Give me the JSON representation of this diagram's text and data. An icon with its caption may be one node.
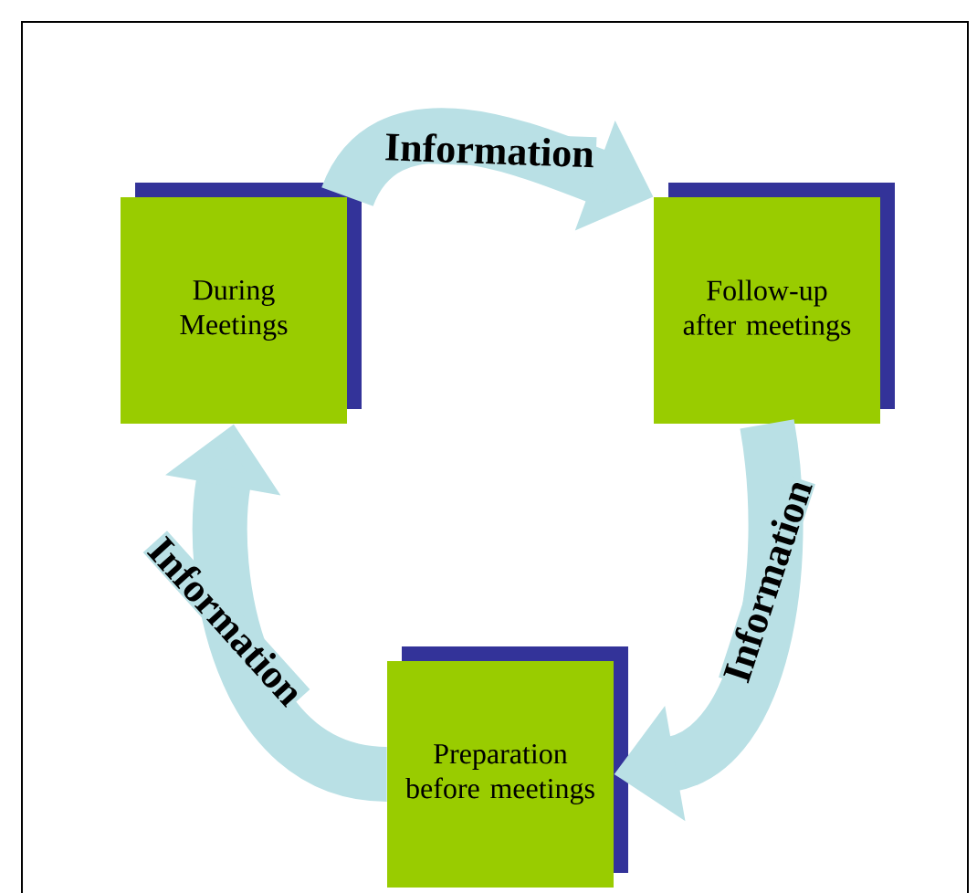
{
  "diagram": {
    "nodes": [
      {
        "text": [
          "During Meetings"
        ]
      },
      {
        "text": [
          "Follow-up after meetings"
        ]
      },
      {
        "text": [
          "Preparation before meetings"
        ]
      }
    ],
    "edges": [
      {
        "from": 0,
        "to": 1,
        "arrow": "to",
        "label": "Information"
      },
      {
        "from": 1,
        "to": 2,
        "arrow": "to",
        "label": "Information"
      },
      {
        "from": 2,
        "to": 0,
        "arrow": "to",
        "label": "Information"
      }
    ]
  }
}
